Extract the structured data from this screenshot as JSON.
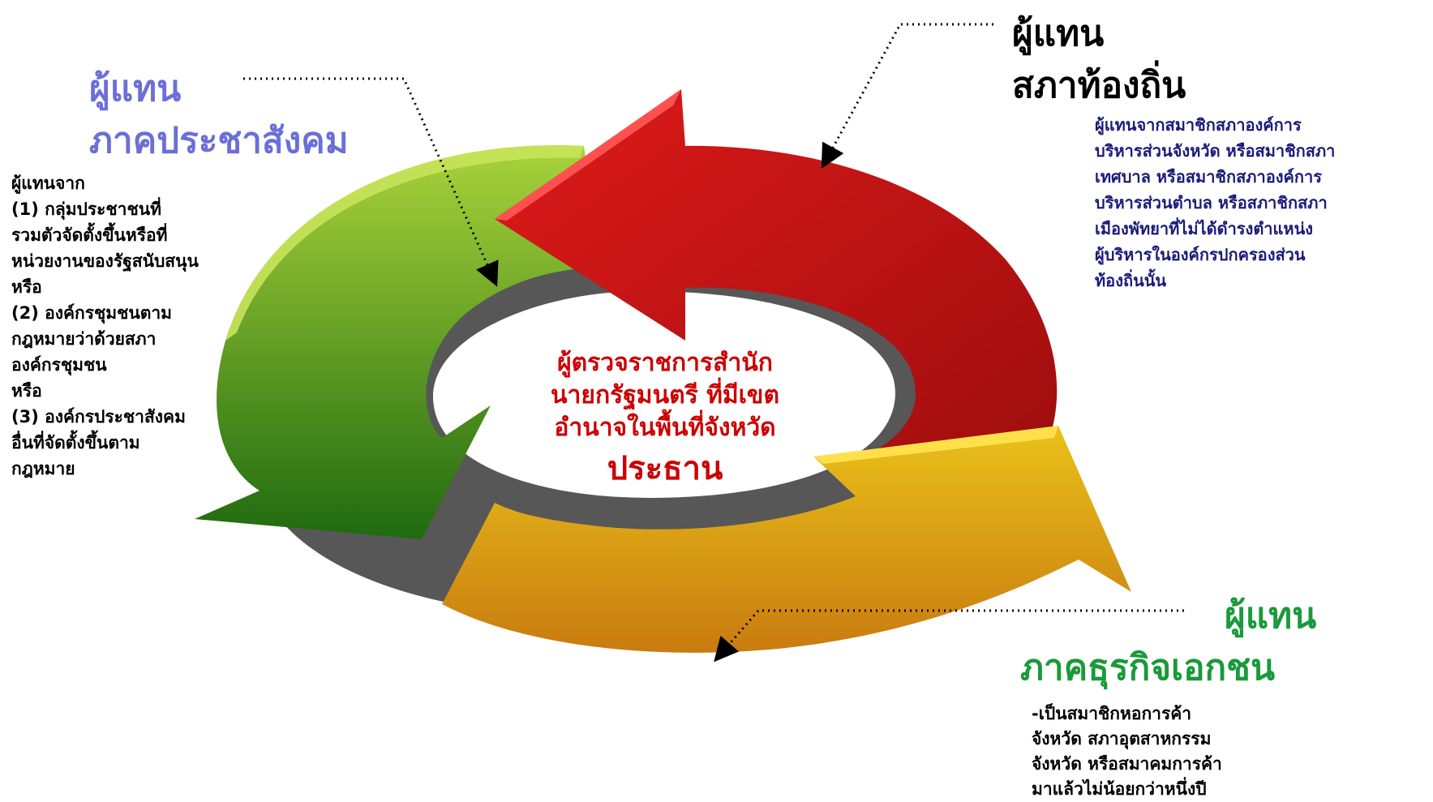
{
  "center": {
    "lines": [
      "ผู้ตรวจราชการสำนัก",
      "นายกรัฐมนตรี ที่มีเขต",
      "อำนาจในพื้นที่จังหวัด"
    ],
    "role": "ประธาน"
  },
  "groups": {
    "civil": {
      "title1": "ผู้แทน",
      "title2": "ภาคประชาสังคม",
      "body": "ผู้แทนจาก\n(1) กลุ่มประชาชนที่\nรวมตัวจัดตั้งขึ้นหรือที่\nหน่วยงานของรัฐสนับสนุน\nหรือ\n(2) องค์กรชุมชนตาม\nกฎหมายว่าด้วยสภา\nองค์กรชุมชน\nหรือ\n(3) องค์กรประชาสังคม\nอื่นที่จัดตั้งขึ้นตาม\nกฎหมาย"
    },
    "local": {
      "title1": "ผู้แทน",
      "title2": "สภาท้องถิ่น",
      "body": "ผู้แทนจากสมาชิกสภาองค์การ\nบริหารส่วนจังหวัด หรือสมาชิกสภา\nเทศบาล หรือสมาชิกสภาองค์การ\nบริหารส่วนตำบล หรือสภาชิกสภา\nเมืองพัทยาที่ไม่ได้ดำรงตำแหน่ง\nผู้บริหารในองค์กรปกครองส่วน\nท้องถิ่นนั้น"
    },
    "private": {
      "title1": "ผู้แทน",
      "title2": "ภาคธุรกิจเอกชน",
      "body": "-เป็นสมาชิกหอการค้า\nจังหวัด  สภาอุตสาหกรรม\nจังหวัด  หรือสมาคมการค้า\nมาแล้วไม่น้อยกว่าหนึ่งปี"
    }
  },
  "colors": {
    "civil_title": "#6b6fd8",
    "local_title": "#000000",
    "local_body": "#1a1a78",
    "private_title": "#1a9a3a",
    "center_text": "#cc0000",
    "green_arrow": "#4a8c12",
    "red_arrow": "#c41414",
    "orange_arrow": "#d9a010"
  }
}
